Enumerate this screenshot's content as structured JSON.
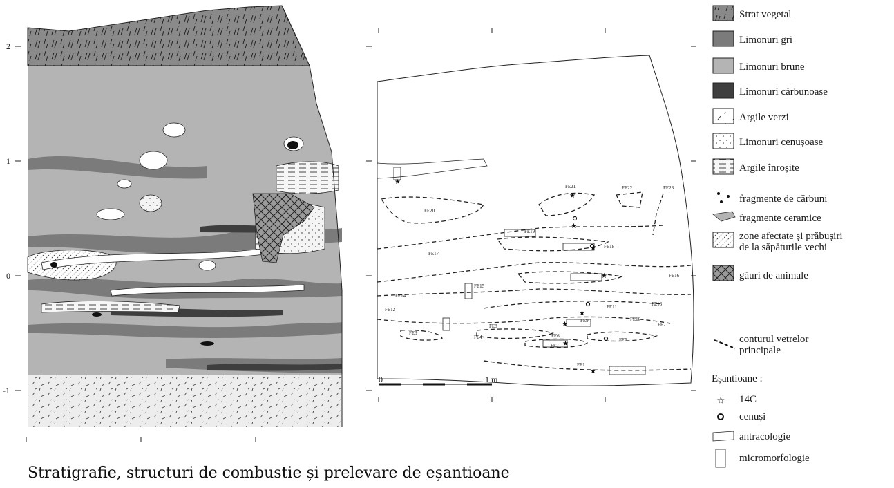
{
  "caption": "Stratigrafie, structuri de combustie și prelevare de eșantioane",
  "section_axis": {
    "labels": [
      "2",
      "1",
      "0",
      "-1"
    ]
  },
  "plan_scale": {
    "start": "0",
    "end": "1 m"
  },
  "hearth_labels": [
    "FE1",
    "FE2",
    "FE3",
    "FE4",
    "FE5",
    "FE6",
    "FE7",
    "FE8",
    "FE9",
    "FE10",
    "FE11",
    "FE12",
    "FE13",
    "FE14",
    "FE15",
    "FE16",
    "FE17",
    "FE18",
    "FE19",
    "FE20",
    "FE21",
    "FE22",
    "FE23"
  ],
  "legend": {
    "layers": [
      {
        "label": "Strat vegetal",
        "pattern": "hatch-grass",
        "color": "#8a8a8a"
      },
      {
        "label": "Limonuri gri",
        "pattern": "solid",
        "color": "#7b7b7b"
      },
      {
        "label": "Limonuri brune",
        "pattern": "solid",
        "color": "#b4b4b4"
      },
      {
        "label": "Limonuri cărbunoase",
        "pattern": "solid",
        "color": "#3e3e3e"
      },
      {
        "label": "Argile verzi",
        "pattern": "hatch-dash",
        "color": "#ffffff"
      },
      {
        "label": "Limonuri cenușoase",
        "pattern": "dots",
        "color": "#ffffff"
      },
      {
        "label": "Argile înroșite",
        "pattern": "lines",
        "color": "#ffffff"
      }
    ],
    "symbols": [
      {
        "label": "fragmente de cărbuni",
        "icon": "coal-fragments-icon"
      },
      {
        "label": "fragmente ceramice",
        "icon": "ceramic-fragment-icon"
      },
      {
        "label": [
          "zone afectate și prăbușiri",
          "de la săpăturile vechi"
        ],
        "icon": "disturbed-zone-icon"
      },
      {
        "label": "găuri de animale",
        "icon": "animal-burrow-icon"
      },
      {
        "label": [
          "conturul vetrelor",
          "principale"
        ],
        "icon": "hearth-outline-icon"
      }
    ],
    "samples_title": "Eșantioane :",
    "samples": [
      {
        "label": "14C",
        "icon": "star-icon"
      },
      {
        "label": "cenuși",
        "icon": "circle-icon"
      },
      {
        "label": "antracologie",
        "icon": "anthracology-icon"
      },
      {
        "label": "micromorfologie",
        "icon": "rectangle-icon"
      }
    ]
  }
}
